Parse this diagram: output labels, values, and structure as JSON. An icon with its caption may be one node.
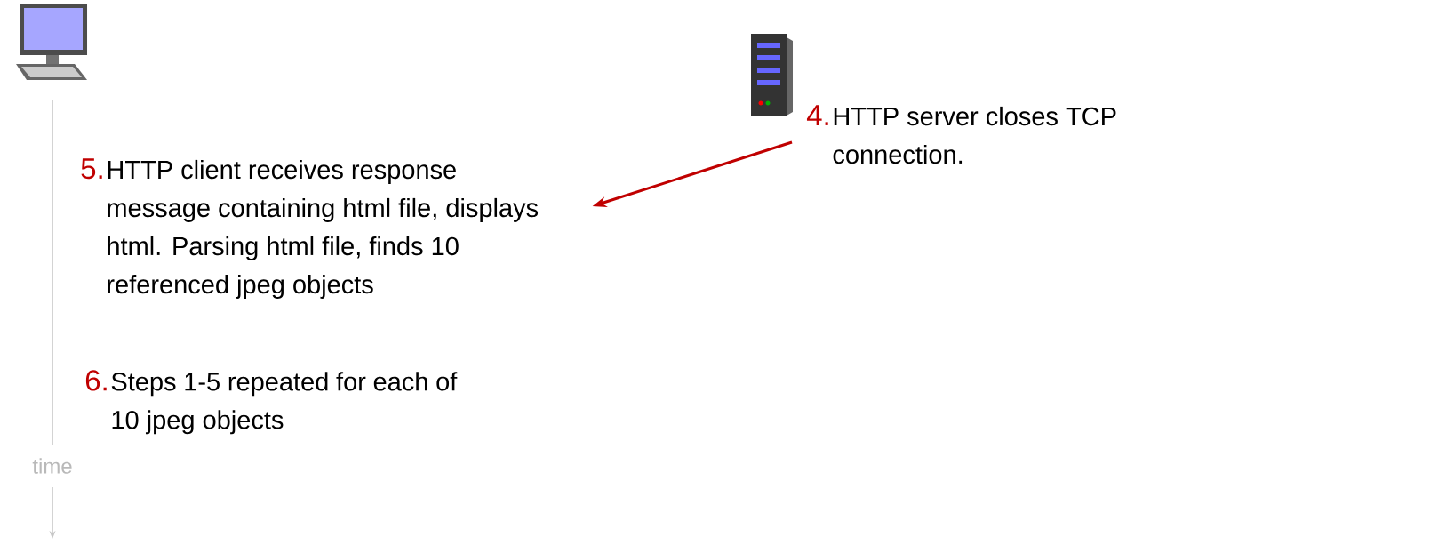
{
  "diagram": {
    "nodes": [
      {
        "text": [
          "4.",
          "HTTP server closes TCP connection."
        ]
      },
      {
        "text": [
          "5.",
          "HTTP client receives response message containing html file, displays html. Parsing html file, finds 10 referenced jpeg objects"
        ]
      },
      {
        "text": [
          "6.",
          "Steps 1-5 repeated for each of 10 jpeg objects"
        ]
      }
    ],
    "edges": [
      {
        "from": 0,
        "to": 1,
        "arrow": "to",
        "color": "#c00000"
      }
    ],
    "labels": [
      "time"
    ]
  }
}
